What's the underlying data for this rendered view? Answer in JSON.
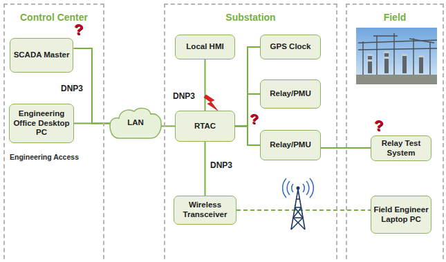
{
  "diagram": {
    "nodes": [
      {
        "text": [
          "Control Center"
        ]
      },
      {
        "text": [
          "SCADA Master"
        ],
        "in": 0
      },
      {
        "text": [
          "Engineering Office Desktop PC"
        ],
        "in": 0
      },
      {
        "text": [
          "LAN"
        ]
      },
      {
        "text": [
          "Substation"
        ]
      },
      {
        "text": [
          "Local HMI"
        ],
        "in": 4
      },
      {
        "text": [
          "GPS Clock"
        ],
        "in": 4
      },
      {
        "text": [
          "Relay/PMU"
        ],
        "in": 4
      },
      {
        "text": [
          "RTAC"
        ],
        "in": 4
      },
      {
        "text": [
          "Relay/PMU"
        ],
        "in": 4
      },
      {
        "text": [
          "Wireless Transceiver"
        ],
        "in": 4
      },
      {
        "text": [
          "Field"
        ]
      },
      {
        "text": [
          "Relay Test System"
        ],
        "in": 11
      },
      {
        "text": [
          "Field Engineer Laptop PC"
        ],
        "in": 11
      }
    ],
    "edges": [
      {
        "from": 1,
        "to": 3,
        "arrow": "none"
      },
      {
        "from": 2,
        "to": 3,
        "arrow": "none"
      },
      {
        "from": 3,
        "to": 8,
        "arrow": "none"
      },
      {
        "from": 5,
        "to": 8,
        "arrow": "none"
      },
      {
        "from": 8,
        "to": 6,
        "arrow": "none"
      },
      {
        "from": 8,
        "to": 7,
        "arrow": "none"
      },
      {
        "from": 8,
        "to": 9,
        "arrow": "none"
      },
      {
        "from": 8,
        "to": 10,
        "arrow": "none"
      },
      {
        "from": 9,
        "to": 12,
        "arrow": "none"
      },
      {
        "from": 10,
        "to": 13,
        "arrow": "none"
      }
    ],
    "labels": [
      "DNP3",
      "DNP3",
      "DNP3",
      "Engineering Access",
      "?",
      "?",
      "?"
    ]
  }
}
